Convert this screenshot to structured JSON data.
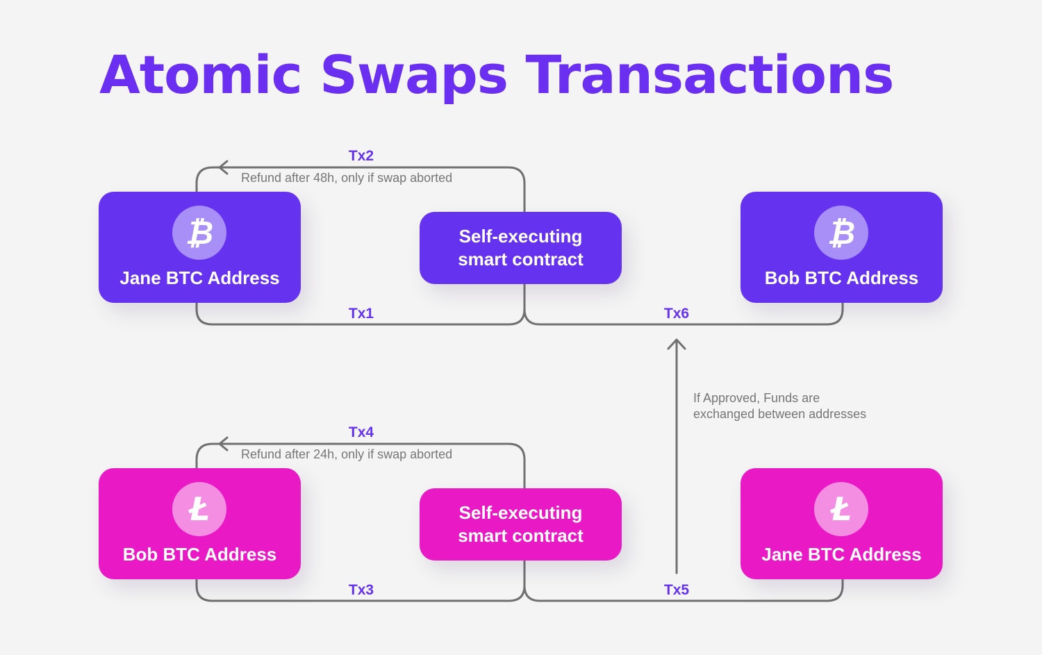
{
  "title": "Atomic Swaps Transactions",
  "colors": {
    "btc_box": "#6533f0",
    "ltc_box": "#e919c6",
    "tx_label": "#6533f0",
    "connector": "#707070",
    "background": "#f4f4f4"
  },
  "top_row": {
    "left_address": {
      "icon": "bitcoin-icon",
      "glyph": "₿",
      "label": "Jane BTC Address"
    },
    "contract": {
      "label_line1": "Self-executing",
      "label_line2": "smart contract"
    },
    "right_address": {
      "icon": "bitcoin-icon",
      "glyph": "₿",
      "label": "Bob BTC Address"
    },
    "refund_tx": "Tx2",
    "refund_note": "Refund after 48h, only if swap aborted",
    "deposit_tx": "Tx1",
    "payout_tx": "Tx6"
  },
  "bottom_row": {
    "left_address": {
      "icon": "litecoin-icon",
      "glyph": "Ł",
      "label": "Bob BTC Address"
    },
    "contract": {
      "label_line1": "Self-executing",
      "label_line2": "smart contract"
    },
    "right_address": {
      "icon": "litecoin-icon",
      "glyph": "Ł",
      "label": "Jane BTC Address"
    },
    "refund_tx": "Tx4",
    "refund_note": "Refund after 24h, only if swap aborted",
    "deposit_tx": "Tx3",
    "payout_tx": "Tx5"
  },
  "approval_note": {
    "line1": "If Approved, Funds are",
    "line2": "exchanged between addresses"
  }
}
